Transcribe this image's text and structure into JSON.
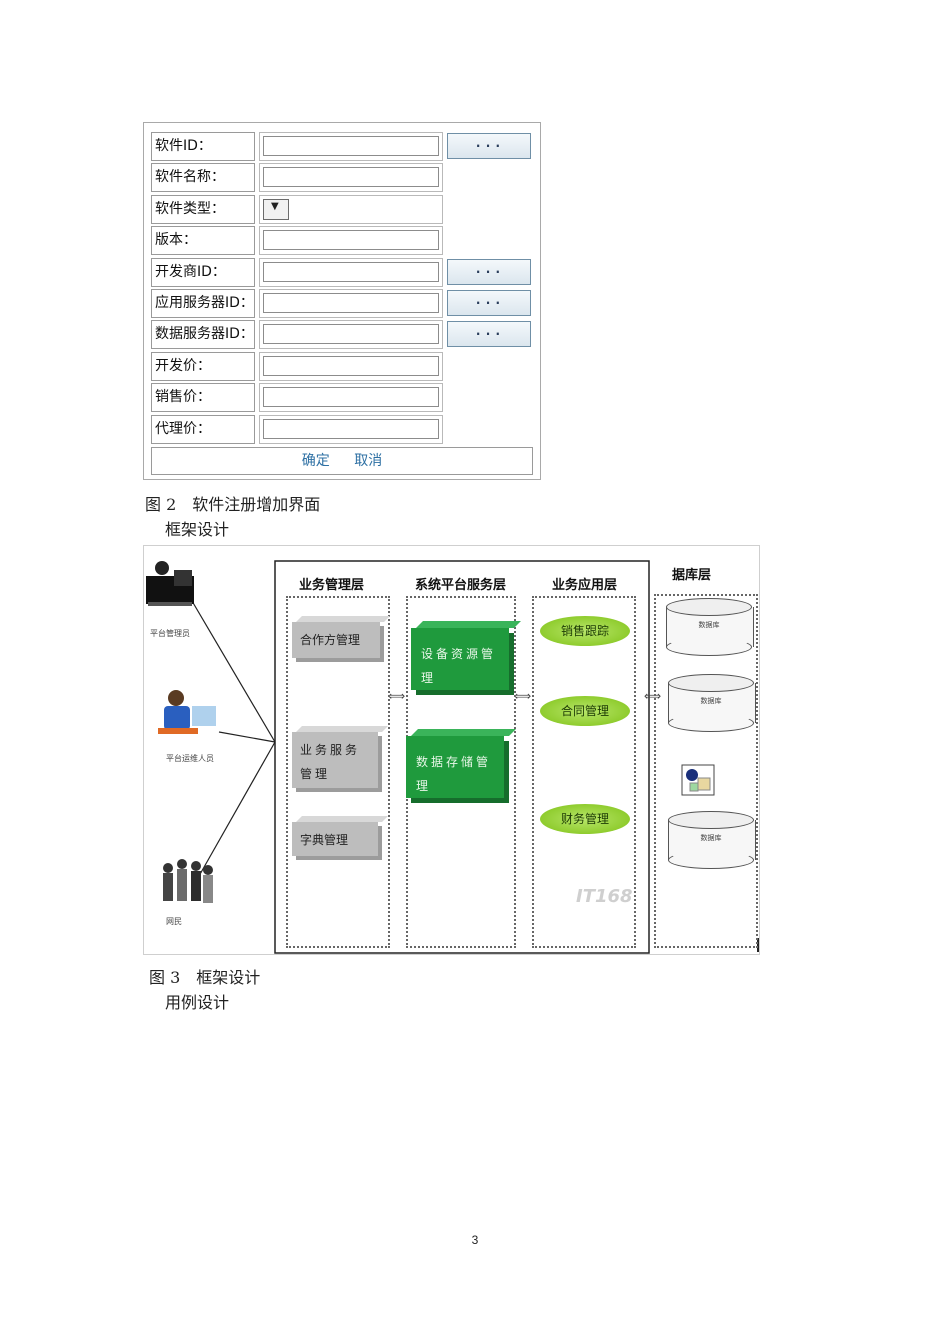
{
  "form": {
    "rows": [
      {
        "label": "软件ID：",
        "has_button": true,
        "button_label": "..."
      },
      {
        "label": "软件名称：",
        "has_button": false
      },
      {
        "label": "软件类型：",
        "type": "select"
      },
      {
        "label": "版本：",
        "has_button": false
      },
      {
        "label": "开发商ID：",
        "has_button": true,
        "button_label": "..."
      },
      {
        "label": "应用服务器ID：",
        "has_button": true,
        "button_label": "..."
      },
      {
        "label": "数据服务器ID：",
        "has_button": true,
        "button_label": "..."
      },
      {
        "label": "开发价：",
        "has_button": false
      },
      {
        "label": "销售价：",
        "has_button": false
      },
      {
        "label": "代理价：",
        "has_button": false
      }
    ],
    "confirm_label": "确定",
    "cancel_label": "取消"
  },
  "captions": {
    "fig2": "图 2　软件注册增加界面",
    "section_framework": "框架设计",
    "fig3": "图 3　框架设计",
    "section_usecase": "用例设计"
  },
  "framework": {
    "people": [
      "平台管理员",
      "平台运维人员",
      "网民"
    ],
    "layers": {
      "business_mgmt": {
        "title": "业务管理层",
        "items": [
          "合作方管理",
          "业务服务管理",
          "字典管理"
        ]
      },
      "platform_service": {
        "title": "系统平台服务层",
        "items": [
          "设备资源管理",
          "数据存储管理"
        ]
      },
      "business_app": {
        "title": "业务应用层",
        "items": [
          "销售跟踪",
          "合同管理",
          "财务管理"
        ]
      },
      "data": {
        "title": "据库层",
        "items": [
          "数据库",
          "数据库",
          "数据库"
        ]
      }
    },
    "watermark": "IT168",
    "colors": {
      "green": "#1f9a3d",
      "lime": "#8fcc2e",
      "gray": "#bdbdbd"
    }
  },
  "page_number": "3"
}
